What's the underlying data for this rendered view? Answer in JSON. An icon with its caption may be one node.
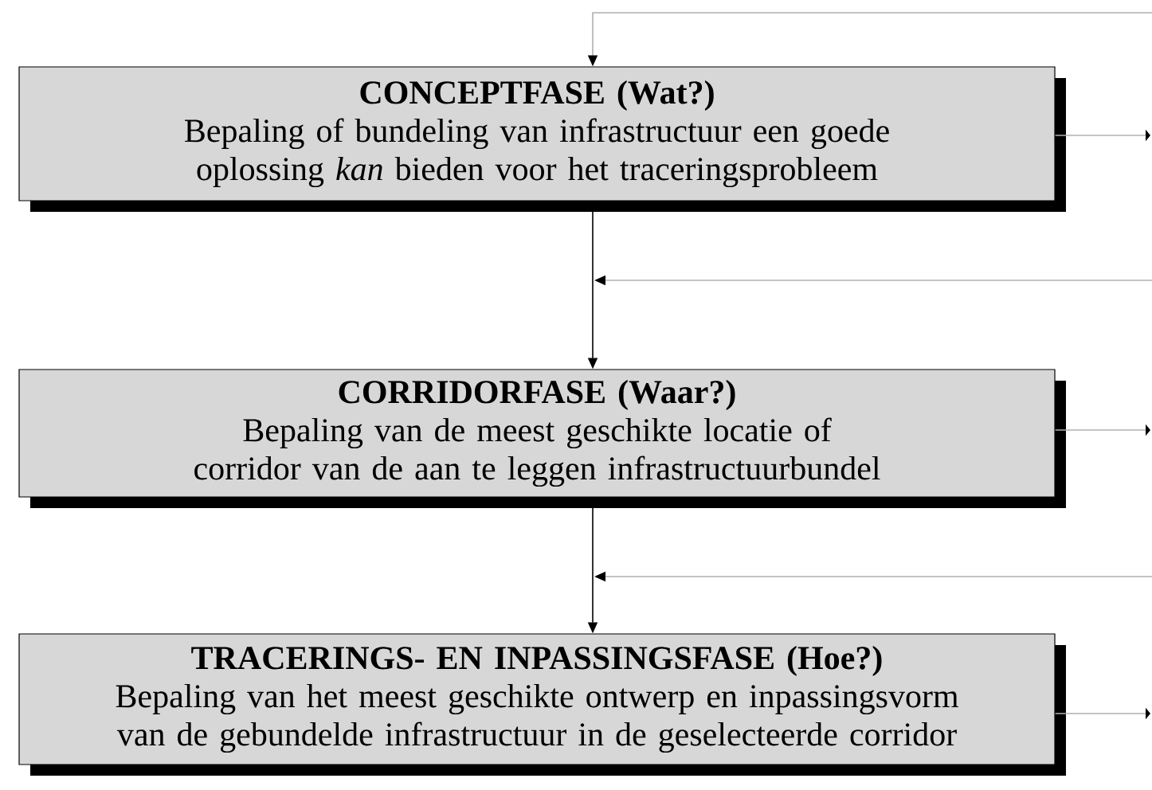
{
  "diagram": {
    "nodes": [
      {
        "text": [
          "CONCEPTFASE (Wat?)",
          "Bepaling of bundeling van infrastructuur een goede oplossing *kan* bieden voor het traceringsprobleem"
        ]
      },
      {
        "text": [
          "CORRIDORFASE (Waar?)",
          "Bepaling van de meest geschikte locatie of corridor van de aan te leggen infrastructuurbundel"
        ]
      },
      {
        "text": [
          "TRACERINGS- EN INPASSINGSFASE (Hoe?)",
          "Bepaling van het meest geschikte ontwerp en inpassingsvorm van de gebundelde infrastructuur in de geselecteerde corridor"
        ]
      }
    ],
    "edges": [
      {
        "from": null,
        "to": 0,
        "arrow": "to"
      },
      {
        "from": 0,
        "to": null,
        "arrow": "to"
      },
      {
        "from": 0,
        "to": 1,
        "arrow": "to",
        "color": "#000000"
      },
      {
        "from": null,
        "to": 1,
        "arrow": "to"
      },
      {
        "from": 1,
        "to": null,
        "arrow": "to"
      },
      {
        "from": 1,
        "to": 2,
        "arrow": "to",
        "color": "#000000"
      },
      {
        "from": null,
        "to": 2,
        "arrow": "to"
      },
      {
        "from": 2,
        "to": null,
        "arrow": "to"
      }
    ]
  }
}
